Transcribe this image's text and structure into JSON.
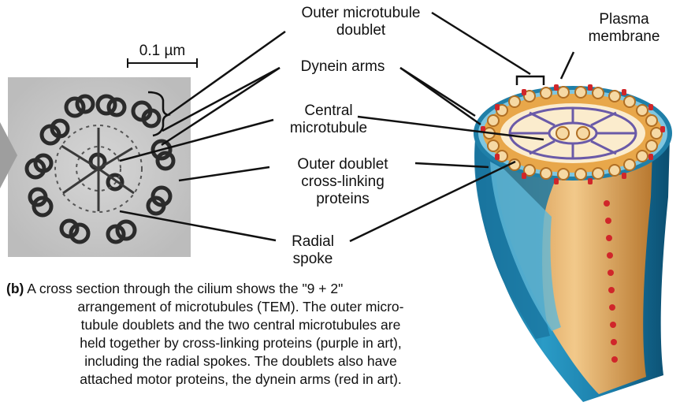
{
  "labels": {
    "outer_doublet_line1": "Outer microtubule",
    "outer_doublet_line2": "doublet",
    "plasma_line1": "Plasma",
    "plasma_line2": "membrane",
    "scale_bar": "0.1 µm",
    "dynein": "Dynein arms",
    "central_line1": "Central",
    "central_line2": "microtubule",
    "crosslink_line1": "Outer doublet",
    "crosslink_line2": "cross-linking",
    "crosslink_line3": "proteins",
    "radial_line1": "Radial",
    "radial_line2": "spoke"
  },
  "caption": {
    "part": "(b)",
    "line1": "A cross section through the cilium shows the \"9 + 2\"",
    "line2": "arrangement of microtubules (TEM). The outer micro-",
    "line3": "tubule doublets and the two central microtubules are",
    "line4": "held together by cross-linking proteins (purple in art),",
    "line5": "including the radial  spokes. The doublets also have",
    "line6": "attached motor proteins,  the dynein arms (red in art)."
  },
  "colors": {
    "membrane_blue": "#1f7fa8",
    "membrane_light": "#7fc6e0",
    "doublet_orange": "#e8a74a",
    "doublet_fill": "#f6d9a4",
    "dynein_red": "#d0262a",
    "crosslink_purple": "#6a5aa8",
    "core_cream": "#fbeccd"
  }
}
